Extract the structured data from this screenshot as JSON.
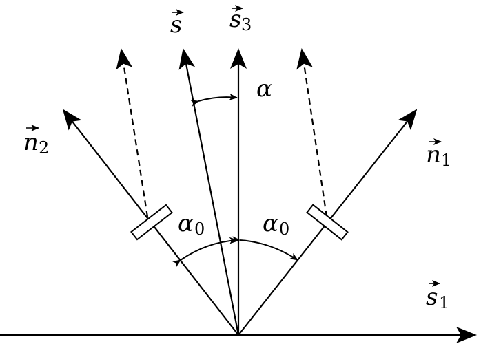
{
  "labels": {
    "s": "s",
    "s3": "s",
    "s3_sub": "3",
    "n2": "n",
    "n2_sub": "2",
    "n1": "n",
    "n1_sub": "1",
    "s1": "s",
    "s1_sub": "1",
    "alpha": "α",
    "alpha0_left": "α",
    "alpha0_left_sub": "0",
    "alpha0_right": "α",
    "alpha0_right_sub": "0"
  },
  "colors": {
    "stroke": "#000000",
    "background": "#ffffff"
  }
}
